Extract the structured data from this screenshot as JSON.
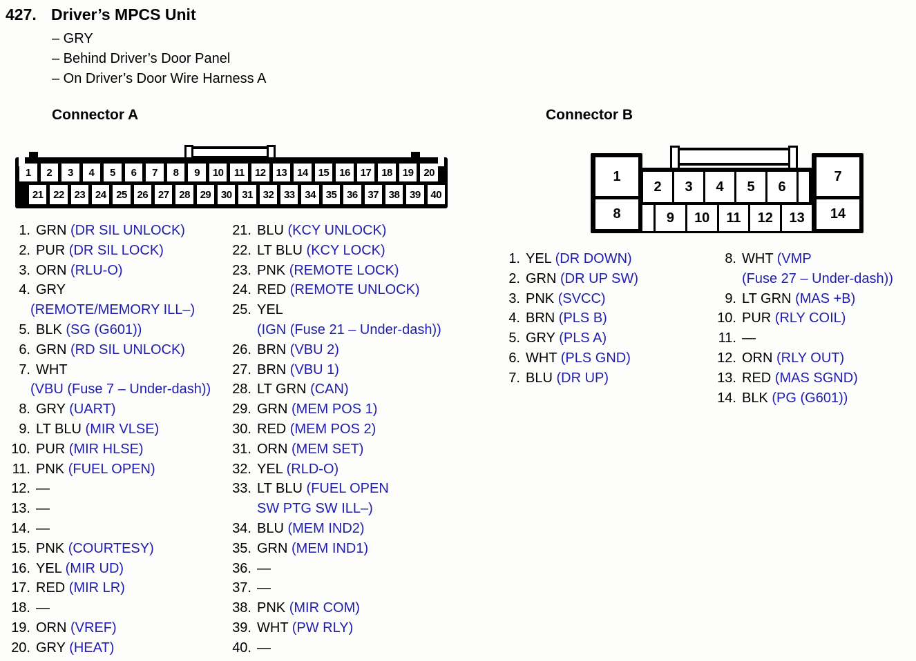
{
  "colors": {
    "function_blue": "#201dac",
    "ink": "#000000",
    "paper": "#fdfdfb"
  },
  "header": {
    "number": "427.",
    "title": "Driver’s MPCS Unit",
    "details": [
      "– GRY",
      "– Behind Driver’s Door Panel",
      "– On Driver’s Door Wire Harness A"
    ]
  },
  "connector_a": {
    "heading": "Connector A",
    "top_pins": [
      "1",
      "2",
      "3",
      "4",
      "5",
      "6",
      "7",
      "8",
      "9",
      "10",
      "11",
      "12",
      "13",
      "14",
      "15",
      "16",
      "17",
      "18",
      "19",
      "20"
    ],
    "bottom_pins": [
      "21",
      "22",
      "23",
      "24",
      "25",
      "26",
      "27",
      "28",
      "29",
      "30",
      "31",
      "32",
      "33",
      "34",
      "35",
      "36",
      "37",
      "38",
      "39",
      "40"
    ],
    "list_left": [
      {
        "num": "1.",
        "wire": "GRN",
        "label": "(DR SIL UNLOCK)"
      },
      {
        "num": "2.",
        "wire": "PUR",
        "label": "(DR SIL LOCK)"
      },
      {
        "num": "3.",
        "wire": "ORN",
        "label": "(RLU-O)"
      },
      {
        "num": "4.",
        "wire": "GRY",
        "label": "",
        "wrap": "(REMOTE/MEMORY ILL–)"
      },
      {
        "num": "5.",
        "wire": "BLK",
        "label": "(SG (G601))"
      },
      {
        "num": "6.",
        "wire": "GRN",
        "label": "(RD SIL UNLOCK)"
      },
      {
        "num": "7.",
        "wire": "WHT",
        "label": "",
        "wrap": "(VBU (Fuse 7 – Under-dash))"
      },
      {
        "num": "8.",
        "wire": "GRY",
        "label": "(UART)"
      },
      {
        "num": "9.",
        "wire": "LT BLU",
        "label": "(MIR VLSE)"
      },
      {
        "num": "10.",
        "wire": "PUR",
        "label": "(MIR HLSE)"
      },
      {
        "num": "11.",
        "wire": "PNK",
        "label": "(FUEL OPEN)"
      },
      {
        "num": "12.",
        "wire": "—",
        "label": ""
      },
      {
        "num": "13.",
        "wire": "—",
        "label": ""
      },
      {
        "num": "14.",
        "wire": "—",
        "label": ""
      },
      {
        "num": "15.",
        "wire": "PNK",
        "label": "(COURTESY)"
      },
      {
        "num": "16.",
        "wire": "YEL",
        "label": "(MIR UD)"
      },
      {
        "num": "17.",
        "wire": "RED",
        "label": "(MIR LR)"
      },
      {
        "num": "18.",
        "wire": "—",
        "label": ""
      },
      {
        "num": "19.",
        "wire": "ORN",
        "label": "(VREF)"
      },
      {
        "num": "20.",
        "wire": "GRY",
        "label": "(HEAT)"
      }
    ],
    "list_right": [
      {
        "num": "21.",
        "wire": "BLU",
        "label": "(KCY UNLOCK)"
      },
      {
        "num": "22.",
        "wire": "LT BLU",
        "label": "(KCY LOCK)"
      },
      {
        "num": "23.",
        "wire": "PNK",
        "label": "(REMOTE LOCK)"
      },
      {
        "num": "24.",
        "wire": "RED",
        "label": "(REMOTE UNLOCK)"
      },
      {
        "num": "25.",
        "wire": "YEL",
        "label": "",
        "wrap": "(IGN (Fuse 21 – Under-dash))"
      },
      {
        "num": "26.",
        "wire": "BRN",
        "label": "(VBU 2)"
      },
      {
        "num": "27.",
        "wire": "BRN",
        "label": "(VBU 1)"
      },
      {
        "num": "28.",
        "wire": "LT GRN",
        "label": "(CAN)"
      },
      {
        "num": "29.",
        "wire": "GRN",
        "label": "(MEM POS 1)"
      },
      {
        "num": "30.",
        "wire": "RED",
        "label": "(MEM POS 2)"
      },
      {
        "num": "31.",
        "wire": "ORN",
        "label": "(MEM SET)"
      },
      {
        "num": "32.",
        "wire": "YEL",
        "label": "(RLD-O)"
      },
      {
        "num": "33.",
        "wire": "LT BLU",
        "label": "(FUEL OPEN",
        "wrap": "SW PTG SW ILL–)"
      },
      {
        "num": "34.",
        "wire": "BLU",
        "label": "(MEM IND2)"
      },
      {
        "num": "35.",
        "wire": "GRN",
        "label": "(MEM IND1)"
      },
      {
        "num": "36.",
        "wire": "—",
        "label": ""
      },
      {
        "num": "37.",
        "wire": "—",
        "label": ""
      },
      {
        "num": "38.",
        "wire": "PNK",
        "label": "(MIR COM)"
      },
      {
        "num": "39.",
        "wire": "WHT",
        "label": "(PW RLY)"
      },
      {
        "num": "40.",
        "wire": "—",
        "label": ""
      }
    ]
  },
  "connector_b": {
    "heading": "Connector B",
    "pins": {
      "p1": "1",
      "top_mid": [
        "2",
        "3",
        "4",
        "5",
        "6"
      ],
      "p7": "7",
      "p8": "8",
      "bottom_mid": [
        "9",
        "10",
        "11",
        "12",
        "13"
      ],
      "p14": "14"
    },
    "list_left": [
      {
        "num": "1.",
        "wire": "YEL",
        "label": "(DR DOWN)"
      },
      {
        "num": "2.",
        "wire": "GRN",
        "label": "(DR UP SW)"
      },
      {
        "num": "3.",
        "wire": "PNK",
        "label": "(SVCC)"
      },
      {
        "num": "4.",
        "wire": "BRN",
        "label": "(PLS B)"
      },
      {
        "num": "5.",
        "wire": "GRY",
        "label": "(PLS A)"
      },
      {
        "num": "6.",
        "wire": "WHT",
        "label": "(PLS GND)"
      },
      {
        "num": "7.",
        "wire": "BLU",
        "label": "(DR UP)"
      }
    ],
    "list_right": [
      {
        "num": "8.",
        "wire": "WHT",
        "label": "(VMP",
        "wrap": "(Fuse 27 – Under-dash))"
      },
      {
        "num": "9.",
        "wire": "LT GRN",
        "label": "(MAS +B)"
      },
      {
        "num": "10.",
        "wire": "PUR",
        "label": "(RLY COIL)"
      },
      {
        "num": "11.",
        "wire": "—",
        "label": ""
      },
      {
        "num": "12.",
        "wire": "ORN",
        "label": "(RLY OUT)"
      },
      {
        "num": "13.",
        "wire": "RED",
        "label": "(MAS SGND)"
      },
      {
        "num": "14.",
        "wire": "BLK",
        "label": "(PG (G601))"
      }
    ]
  }
}
